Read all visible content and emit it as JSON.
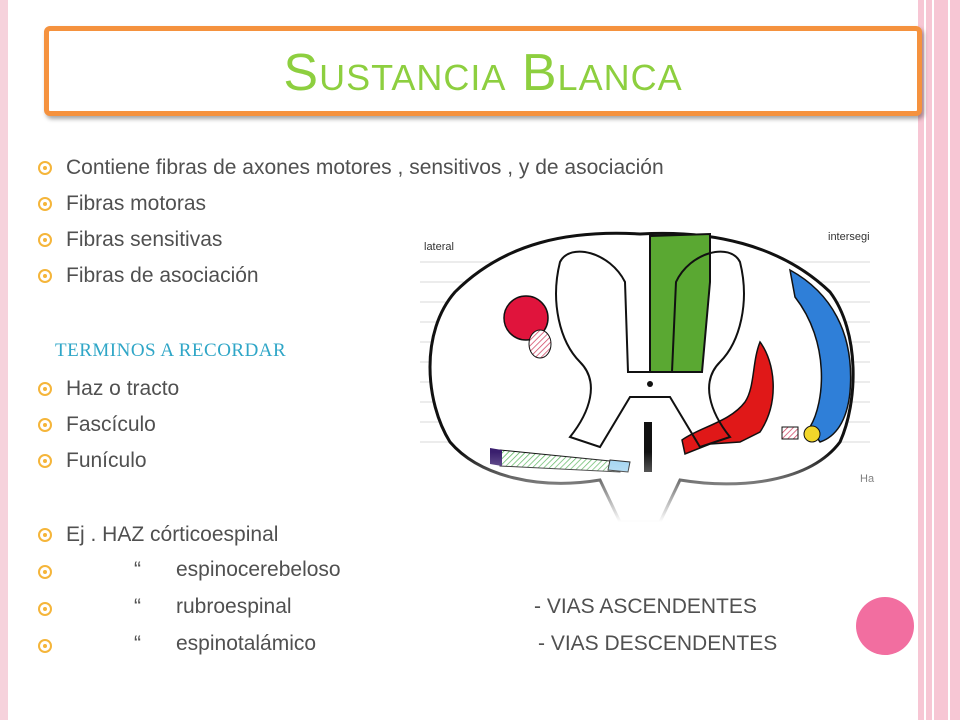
{
  "title": "Sustancia Blanca",
  "bullets_top": [
    "Contiene fibras de axones motores , sensitivos , y de asociación",
    "Fibras motoras",
    "Fibras sensitivas",
    "Fibras de asociación"
  ],
  "subheading": "TERMINOS A RECORDAR",
  "terms": [
    "Haz o tracto",
    "Fascículo",
    "Funículo"
  ],
  "example_line": "Ej . HAZ córticoespinal",
  "examples": [
    {
      "ditto": "“",
      "text": "espinocerebeloso",
      "note": ""
    },
    {
      "ditto": "“",
      "text": "rubroespinal",
      "note": "- VIAS ASCENDENTES"
    },
    {
      "ditto": "“",
      "text": "espinotalámico",
      "note": "- VIAS DESCENDENTES"
    }
  ],
  "figure_labels": {
    "lateral": "lateral",
    "interseg": "intersegi",
    "ha": "Ha"
  },
  "colors": {
    "title": "#8dcf3f",
    "accent_orange": "#f5923e",
    "bullet": "#f5b53a",
    "subheading": "#2fa6c7",
    "pink": "#f26ea0",
    "band": "#f7c6d4"
  }
}
